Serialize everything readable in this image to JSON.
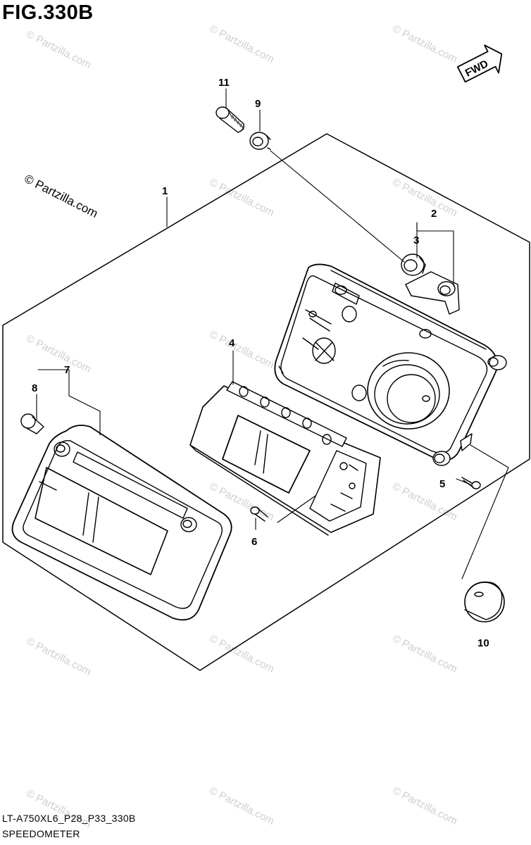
{
  "figure": {
    "title": "FIG.330B"
  },
  "watermark": {
    "text": "© Partzilla.com",
    "faint_text": "© Partzilla.com"
  },
  "direction": {
    "label": "FWD"
  },
  "callouts": [
    "1",
    "2",
    "3",
    "4",
    "5",
    "6",
    "7",
    "8",
    "9",
    "10",
    "11"
  ],
  "footer": {
    "code": "LT-A750XL6_P28_P33_330B",
    "caption": "SPEEDOMETER"
  },
  "colors": {
    "line": "#000000",
    "watermark": "#cfcfcf",
    "background": "#ffffff"
  }
}
